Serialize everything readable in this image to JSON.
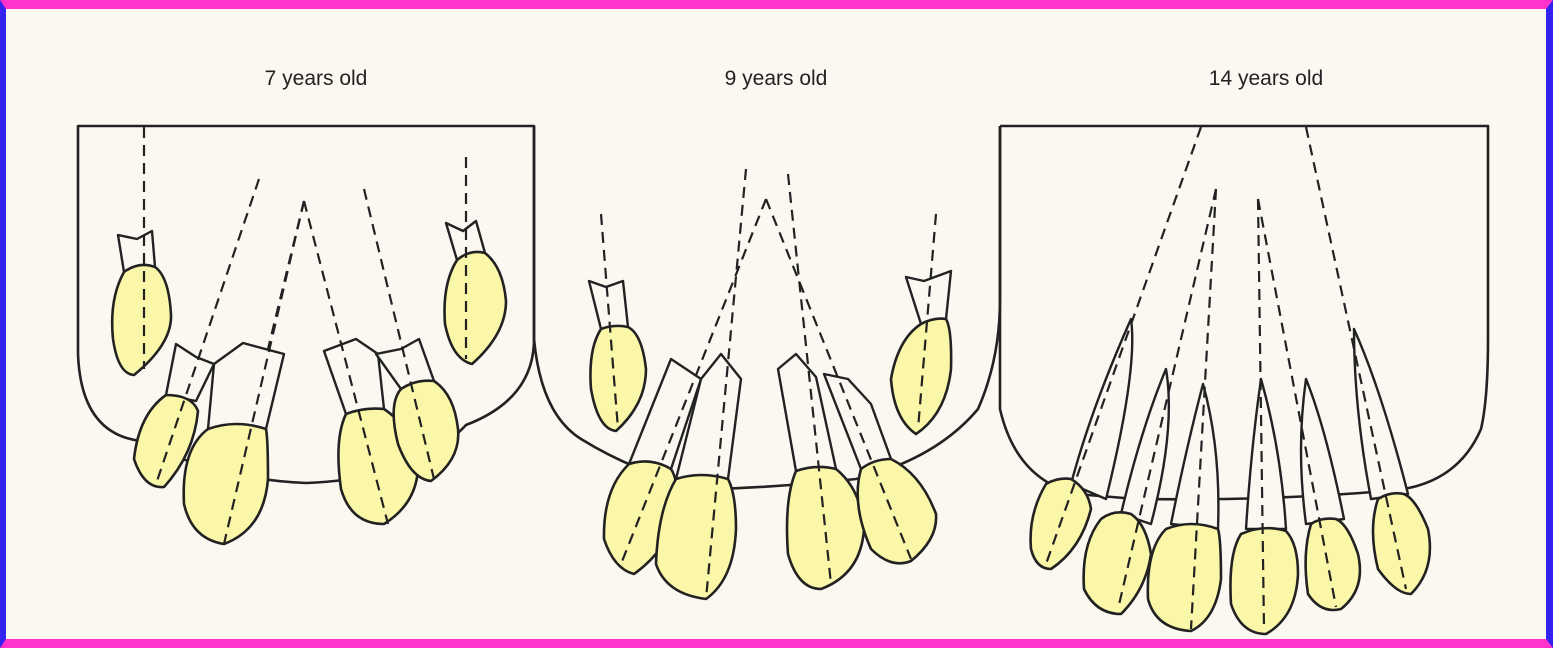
{
  "panels": [
    {
      "title": "7 years old"
    },
    {
      "title": "9 years old"
    },
    {
      "title": "14 years old"
    }
  ],
  "colors": {
    "border_top_bottom": "#ff33cc",
    "border_sides": "#3322ee",
    "paper": "#fbf8f1",
    "crown": "#fbf7a8",
    "line": "#222222"
  }
}
